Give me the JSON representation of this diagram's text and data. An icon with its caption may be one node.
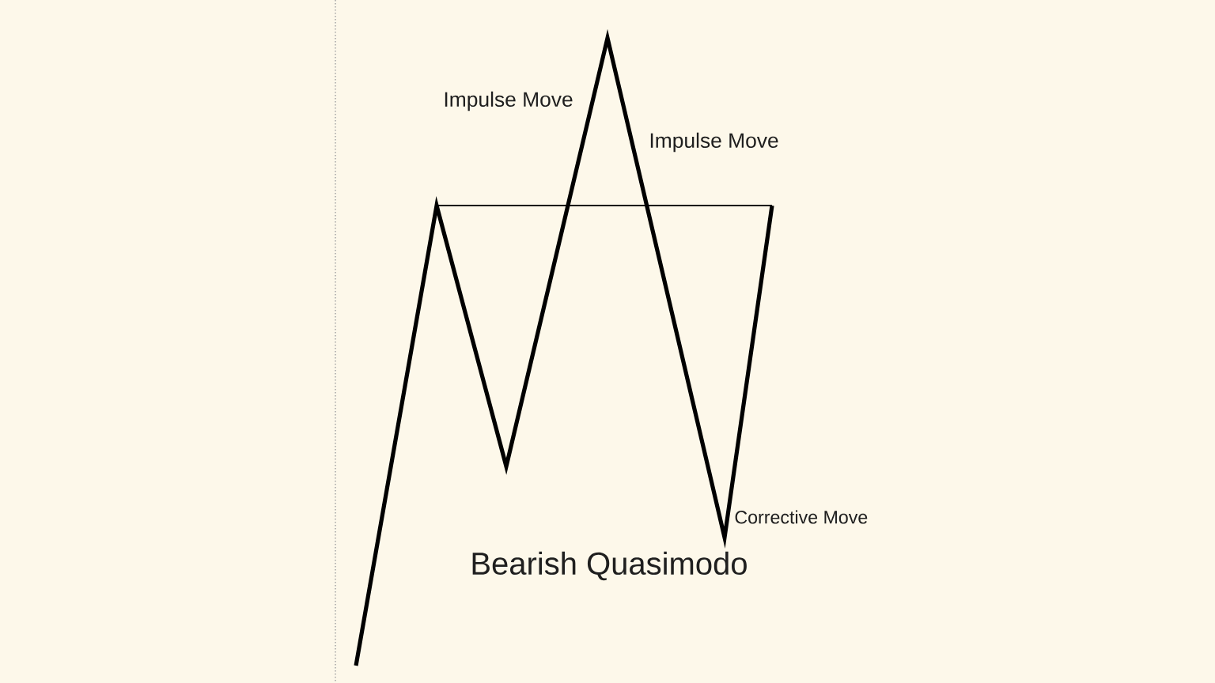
{
  "diagram": {
    "caption": "Bearish Quasimodo",
    "labels": [
      "Impulse Move",
      "Impulse Move",
      "Corrective Move"
    ]
  }
}
